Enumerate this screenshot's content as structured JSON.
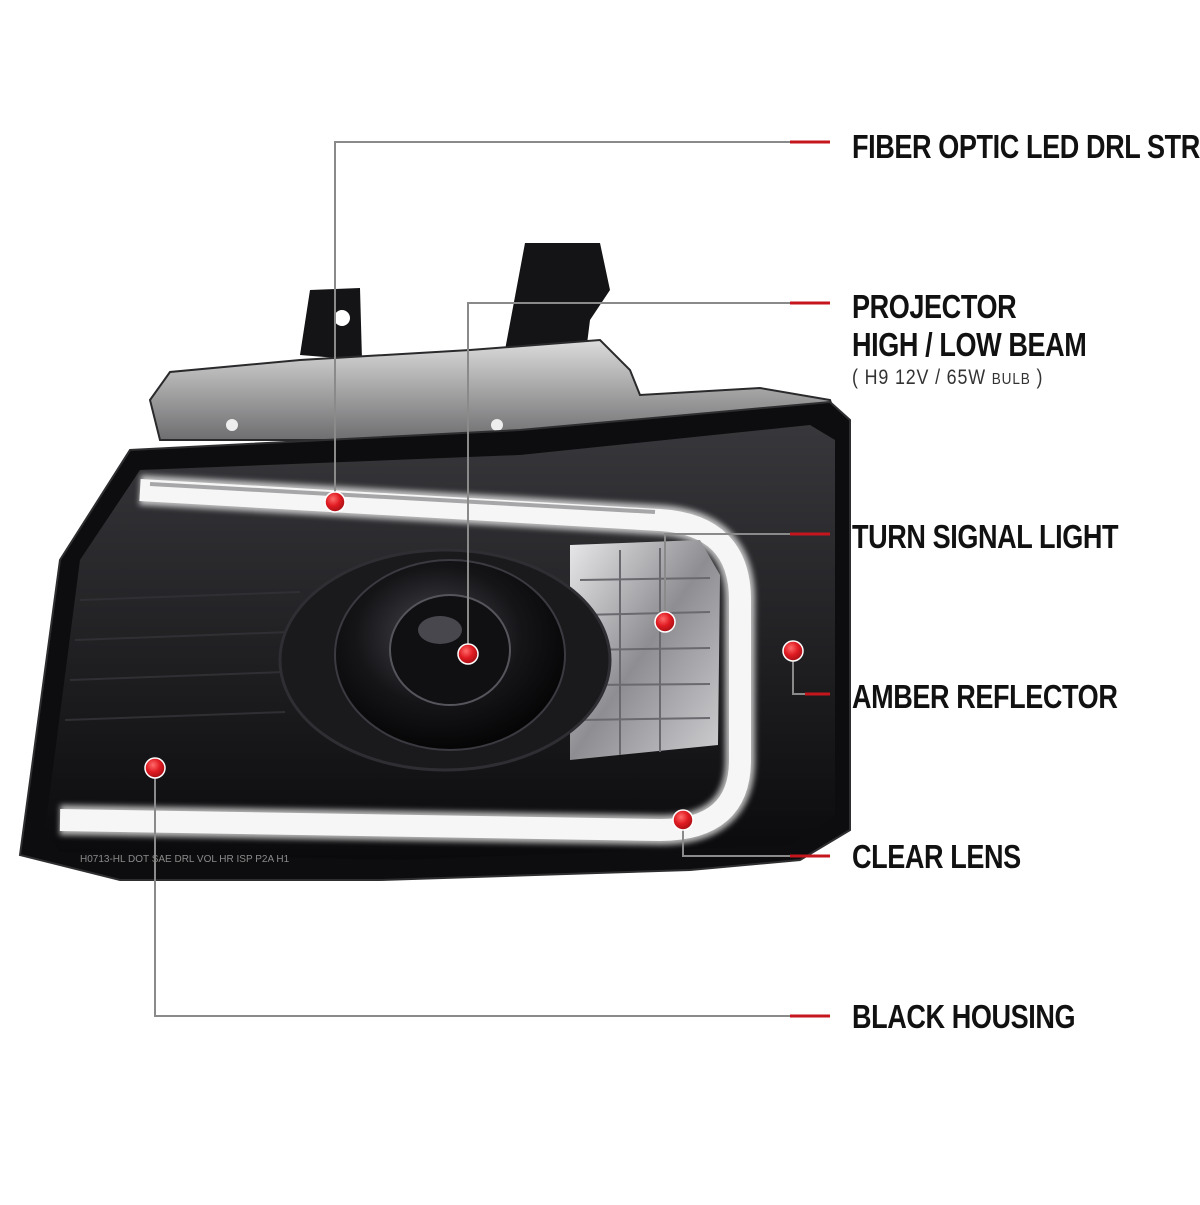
{
  "colors": {
    "leader_line": "#8a8a8a",
    "accent_red": "#c4161c",
    "marker_red": "#d61f26",
    "housing": "#0e0e10",
    "drl_glow": "#f2f2f2"
  },
  "callouts": [
    {
      "id": "fiber-optic-led-drl-strip",
      "label": "FIBER OPTIC LED DRL STRIP"
    },
    {
      "id": "projector-high-low-beam",
      "label_line1": "PROJECTOR",
      "label_line2": "HIGH / LOW BEAM",
      "sub_open": "(",
      "sub_main": "H9  12V / 65W",
      "sub_small": "BULB",
      "sub_close": ")"
    },
    {
      "id": "turn-signal-light",
      "label": "TURN SIGNAL LIGHT"
    },
    {
      "id": "amber-reflector",
      "label": "AMBER REFLECTOR"
    },
    {
      "id": "clear-lens",
      "label": "CLEAR LENS"
    },
    {
      "id": "black-housing",
      "label": "BLACK HOUSING"
    }
  ],
  "lens_markings": "H0713-HL   DOT SAE DRL VOL HR ISP P2A H1",
  "marker_icon": "red-dot-marker-icon",
  "product_image": "headlight-icon"
}
